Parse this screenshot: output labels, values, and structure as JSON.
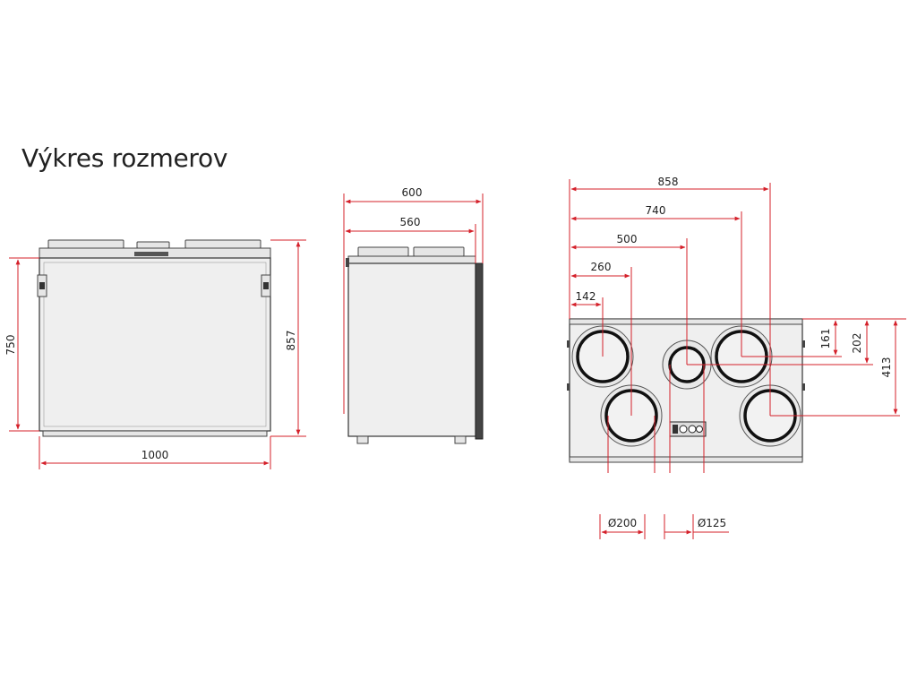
{
  "title": "Výkres rozmerov",
  "front": {
    "width": "1000",
    "height_body": "750",
    "height_total": "857"
  },
  "side": {
    "depth_total": "600",
    "depth_body": "560"
  },
  "top": {
    "d858": "858",
    "d740": "740",
    "d500": "500",
    "d260": "260",
    "d142": "142",
    "d161": "161",
    "d202": "202",
    "d413": "413",
    "dia200": "Ø200",
    "dia125": "Ø125"
  },
  "colors": {
    "dimension": "#d4202a",
    "outline": "#333333",
    "fill": "#efefef"
  }
}
